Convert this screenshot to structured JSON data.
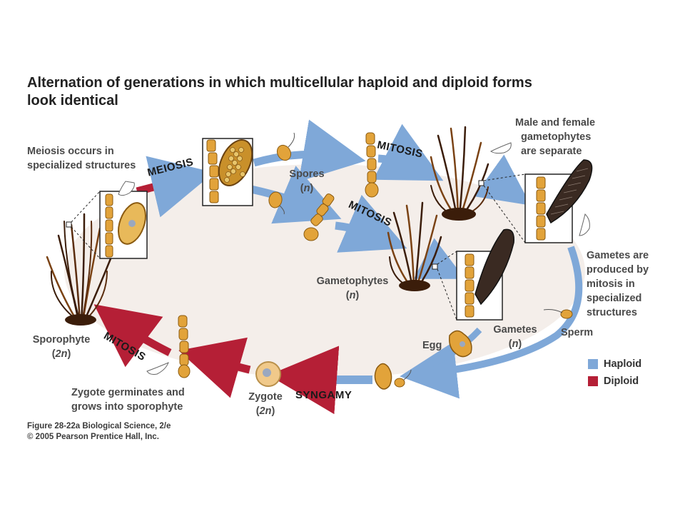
{
  "title_line1": "Alternation of generations in which multicellular haploid and diploid forms",
  "title_line2": "look identical",
  "labels": {
    "meiosis_occurs_1": "Meiosis occurs in",
    "meiosis_occurs_2": "specialized structures",
    "meiosis": "MEIOSIS",
    "spores": "Spores",
    "spores_n": "n",
    "mitosis_top": "MITOSIS",
    "mitosis_mid": "MITOSIS",
    "mitosis_left": "MITOSIS",
    "separate_1": "Male and female",
    "separate_2": "gametophytes",
    "separate_3": "are separate",
    "gametes_prod_1": "Gametes are",
    "gametes_prod_2": "produced by",
    "gametes_prod_3": "mitosis in",
    "gametes_prod_4": "specialized",
    "gametes_prod_5": "structures",
    "gametophytes": "Gametophytes",
    "gametophytes_n": "n",
    "sporophyte": "Sporophyte",
    "sporophyte_n": "2n",
    "egg": "Egg",
    "gametes": "Gametes",
    "gametes_n": "n",
    "sperm": "Sperm",
    "zygote": "Zygote",
    "zygote_n": "2n",
    "syngamy": "SYNGAMY",
    "zygote_germ_1": "Zygote germinates and",
    "zygote_germ_2": "grows into sporophyte"
  },
  "legend": [
    {
      "label": "Haploid",
      "color": "#7fa8d8"
    },
    {
      "label": "Diploid",
      "color": "#b51f36"
    }
  ],
  "caption_line1": "Figure 28-22a  Biological Science, 2/e",
  "caption_line2": "© 2005 Pearson Prentice Hall, Inc.",
  "colors": {
    "haploid": "#7fa8d8",
    "diploid": "#b51f36",
    "background_oval": "#f4eeea",
    "cell_fill": "#e2a33a",
    "cell_stroke": "#8a5a10",
    "plant_dark": "#3b1d0a",
    "plant_mid": "#7a4214"
  }
}
